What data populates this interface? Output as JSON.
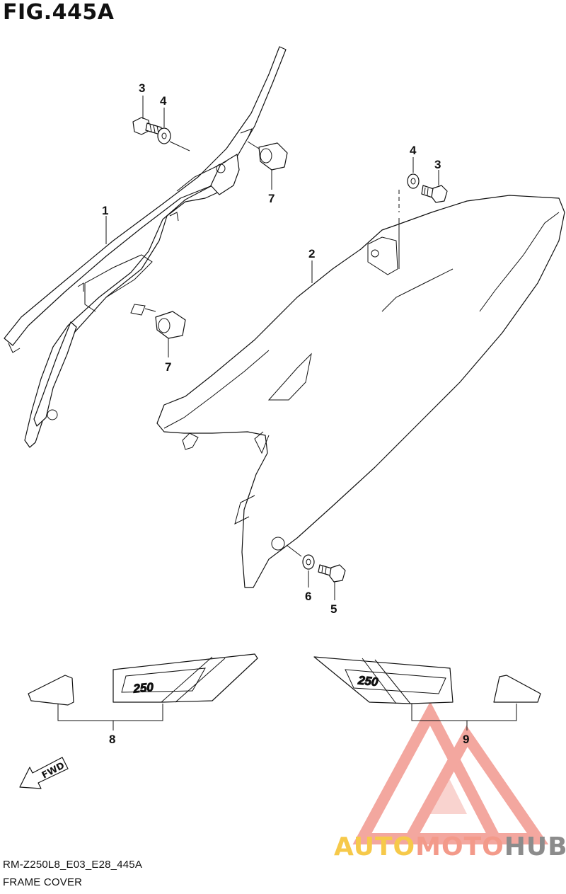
{
  "figure": {
    "title": "FIG.445A",
    "model_code": "RM-Z250L8_E03_E28_445A",
    "section_name": "FRAME COVER"
  },
  "callouts": {
    "c1": "1",
    "c2": "2",
    "c3_left": "3",
    "c3_right": "3",
    "c4_left": "4",
    "c4_right": "4",
    "c5": "5",
    "c6": "6",
    "c7_upper": "7",
    "c7_lower": "7",
    "c8": "8",
    "c9": "9"
  },
  "decals": {
    "left_text": "250",
    "right_text": "250",
    "fwd_arrow": "FWD"
  },
  "watermark": {
    "part1": "AUTO",
    "part2": "MOTO",
    "part3": "HUB",
    "colors": {
      "auto": "#f6c94a",
      "moto": "#f39a8a",
      "hub": "#8c8c8c",
      "logo": "#f08a80"
    }
  }
}
